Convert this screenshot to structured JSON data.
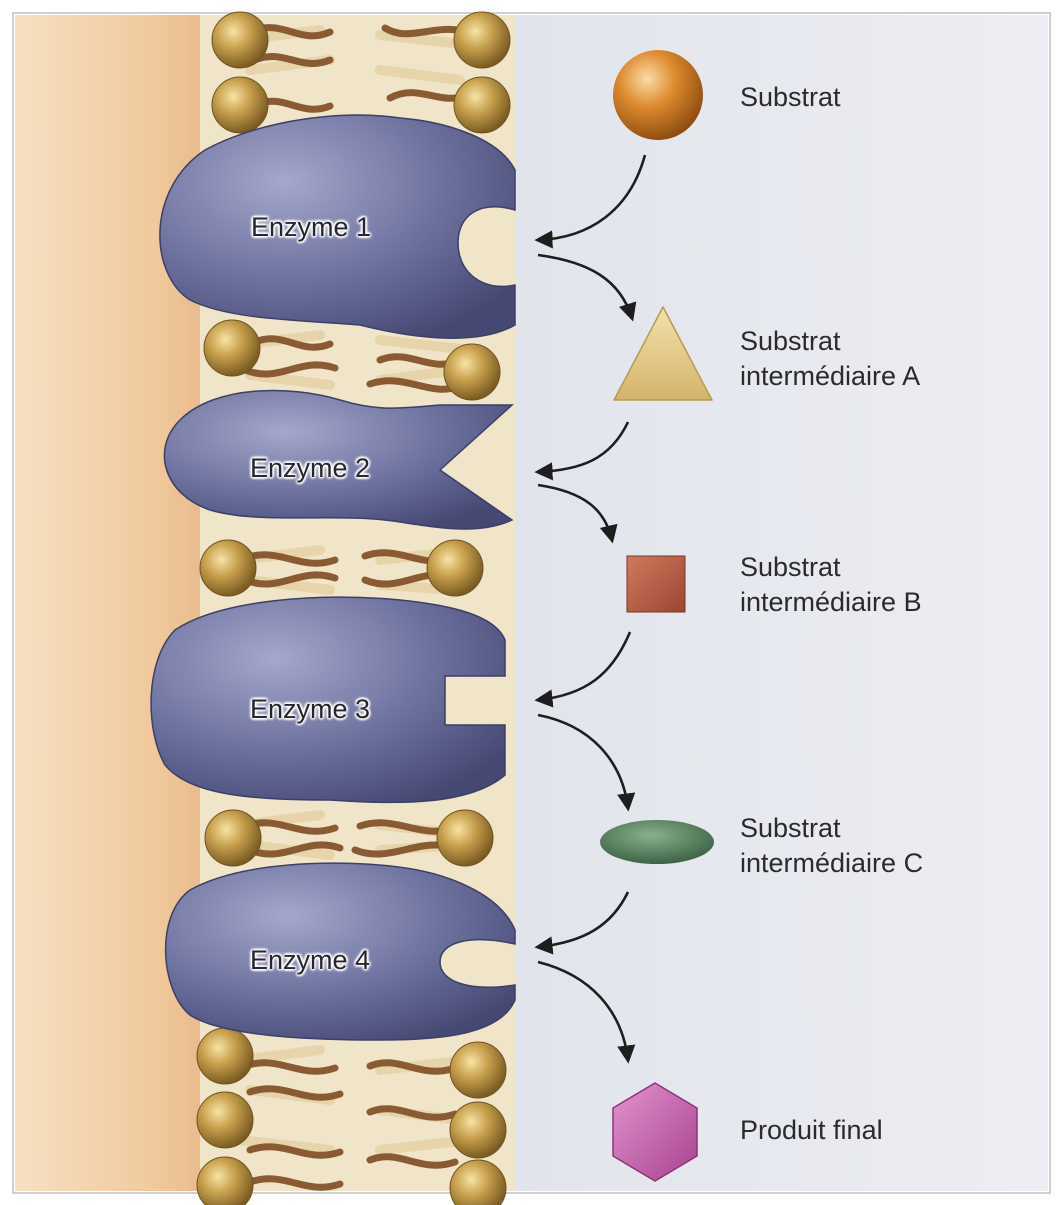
{
  "enzymes": {
    "e1": "Enzyme 1",
    "e2": "Enzyme 2",
    "e3": "Enzyme 3",
    "e4": "Enzyme 4"
  },
  "molecules": {
    "substrat": {
      "line1": "Substrat",
      "color": "#d07d1e",
      "shape": "sphere"
    },
    "a": {
      "line1": "Substrat",
      "line2": "intermédiaire A",
      "color": "#e2c781",
      "shape": "triangle"
    },
    "b": {
      "line1": "Substrat",
      "line2": "intermédiaire B",
      "color": "#b55a42",
      "shape": "square"
    },
    "c": {
      "line1": "Substrat",
      "line2": "intermédiaire C",
      "color": "#4a7a52",
      "shape": "ellipse"
    },
    "final": {
      "line1": "Produit final",
      "color": "#c55aa8",
      "shape": "hexagon"
    }
  },
  "colors": {
    "enzyme": "#6f73a0",
    "membrane_head": "#c09a4a",
    "membrane_tail": "#8a5a32",
    "background": "#e7e9ef",
    "cytoplasm": "#f0cfa6"
  }
}
